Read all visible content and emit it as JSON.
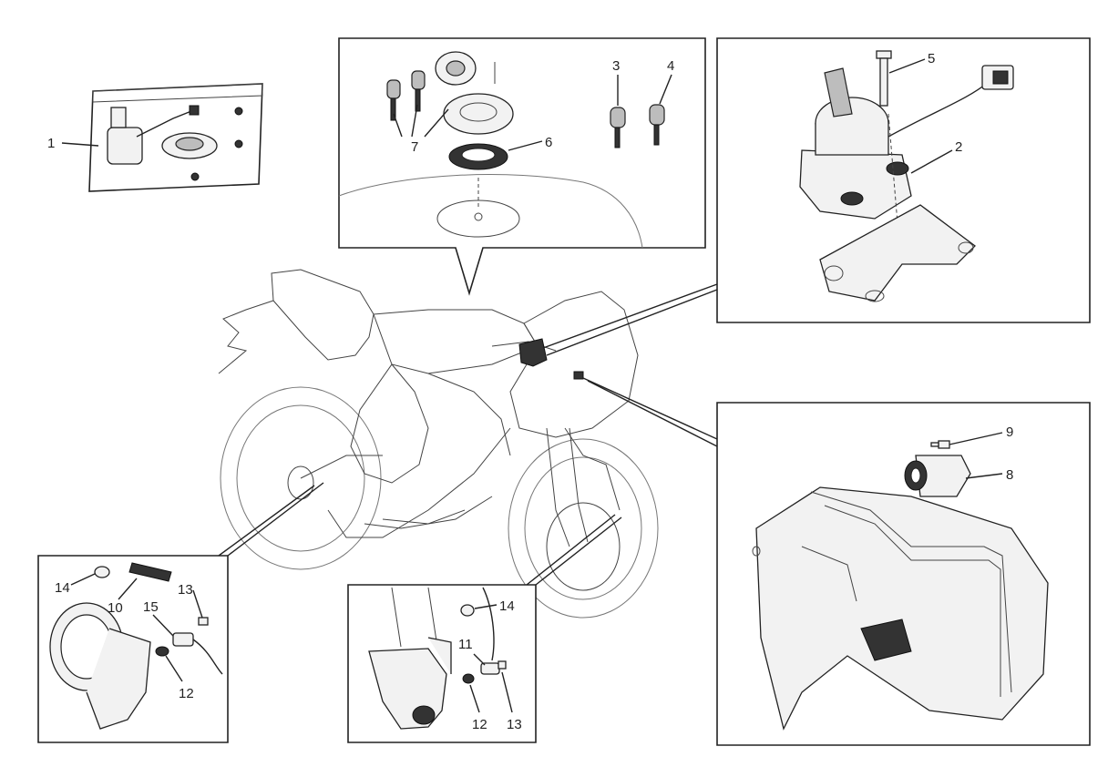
{
  "callouts": {
    "c1": "1",
    "c2": "2",
    "c3": "3",
    "c4": "4",
    "c5": "5",
    "c6": "6",
    "c7": "7",
    "c8": "8",
    "c9": "9",
    "c10": "10",
    "c11": "11",
    "c12a": "12",
    "c12b": "12",
    "c13a": "13",
    "c13b": "13",
    "c14a": "14",
    "c14b": "14",
    "c15": "15"
  },
  "colors": {
    "line": "#222222",
    "background": "#ffffff",
    "fill": "#f2f2f2"
  }
}
